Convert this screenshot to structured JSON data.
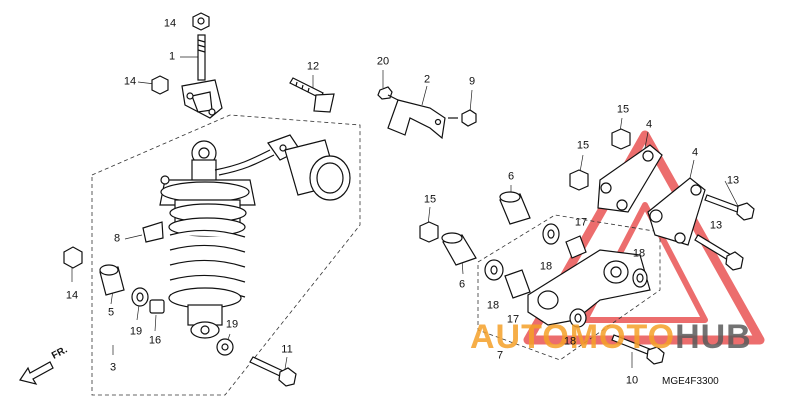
{
  "diagram": {
    "code": "MGE4F3300",
    "direction_label": "FR.",
    "watermark": {
      "part1": "AUTOMOTO",
      "part2": "HUB"
    },
    "callouts": {
      "c14_top": "14",
      "c1": "1",
      "c14_left": "14",
      "c12": "12",
      "c20": "20",
      "c2": "2",
      "c9": "9",
      "c15_a": "15",
      "c4_a": "4",
      "c15_b": "15",
      "c4_b": "4",
      "c13_a": "13",
      "c6": "6",
      "c15_c": "15",
      "c17_a": "17",
      "c13_b": "13",
      "c8": "8",
      "c18_a": "18",
      "c18_b": "18",
      "c14_low": "14",
      "c5": "5",
      "c19_a": "19",
      "c16": "16",
      "c19_b": "19",
      "c6_b": "6",
      "c18_c": "18",
      "c17_b": "17",
      "c7": "7",
      "c18_d": "18",
      "c3": "3",
      "c11": "11",
      "c10": "10"
    }
  }
}
